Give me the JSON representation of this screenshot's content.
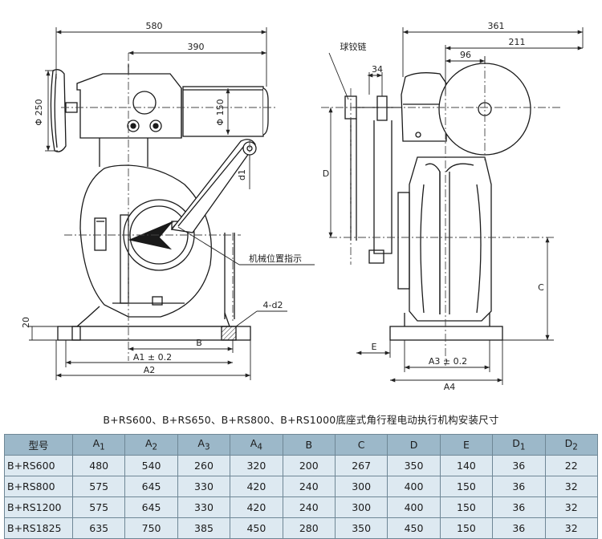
{
  "figure": {
    "dims": {
      "d580": "580",
      "d390": "390",
      "d150": "Φ 150",
      "d250": "Φ 250",
      "d1": "d1",
      "d20": "20",
      "d4d2": "4-d2",
      "A1": "A1 ± 0.2",
      "B": "B",
      "A2": "A2",
      "d361": "361",
      "d211": "211",
      "d96": "96",
      "d34": "34",
      "D": "D",
      "C": "C",
      "E": "E",
      "A3": "A3 ± 0.2",
      "A4": "A4"
    },
    "labels": {
      "ball_hinge_chain": "球铰链",
      "position_indicator": "机械位置指示"
    }
  },
  "caption": "B+RS600、B+RS650、B+RS800、B+RS1000底座式角行程电动执行机构安装尺寸",
  "table": {
    "headers": [
      {
        "main": "型号",
        "sub": ""
      },
      {
        "main": "A",
        "sub": "1"
      },
      {
        "main": "A",
        "sub": "2"
      },
      {
        "main": "A",
        "sub": "3"
      },
      {
        "main": "A",
        "sub": "4"
      },
      {
        "main": "B",
        "sub": ""
      },
      {
        "main": "C",
        "sub": ""
      },
      {
        "main": "D",
        "sub": ""
      },
      {
        "main": "E",
        "sub": ""
      },
      {
        "main": "D",
        "sub": "1"
      },
      {
        "main": "D",
        "sub": "2"
      }
    ],
    "rows": [
      [
        "B+RS600",
        "480",
        "540",
        "260",
        "320",
        "200",
        "267",
        "350",
        "140",
        "36",
        "22"
      ],
      [
        "B+RS800",
        "575",
        "645",
        "330",
        "420",
        "240",
        "300",
        "400",
        "150",
        "36",
        "32"
      ],
      [
        "B+RS1200",
        "575",
        "645",
        "330",
        "420",
        "240",
        "300",
        "400",
        "150",
        "36",
        "32"
      ],
      [
        "B+RS1825",
        "635",
        "750",
        "385",
        "450",
        "280",
        "350",
        "450",
        "150",
        "36",
        "32"
      ]
    ]
  }
}
